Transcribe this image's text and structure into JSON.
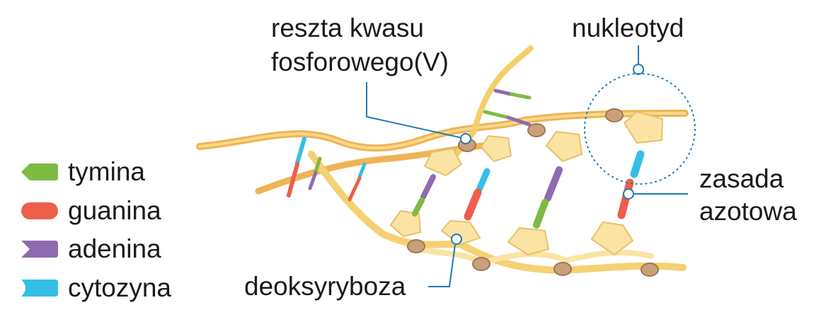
{
  "colors": {
    "thymine": "#7dbb42",
    "guanine": "#ee5e4a",
    "adenine": "#8e6bb0",
    "cytosine": "#35bfe6",
    "backbone": "#f5ce6a",
    "sugar": "#fbe3a3",
    "phosphate": "#c9a07a",
    "callout": "#1f7bb6"
  },
  "legend": [
    {
      "key": "thymine",
      "icon": "thymine-icon",
      "label": "tymina"
    },
    {
      "key": "guanine",
      "icon": "guanine-icon",
      "label": "guanina"
    },
    {
      "key": "adenine",
      "icon": "adenine-icon",
      "label": "adenina"
    },
    {
      "key": "cytosine",
      "icon": "cytosine-icon",
      "label": "cytozyna"
    }
  ],
  "labels": {
    "phosphate_line1": "reszta kwasu",
    "phosphate_line2": "fosforowego(V)",
    "nucleotide": "nukleotyd",
    "base_line1": "zasada",
    "base_line2": "azotowa",
    "deoxyribose": "deoksyryboza"
  }
}
